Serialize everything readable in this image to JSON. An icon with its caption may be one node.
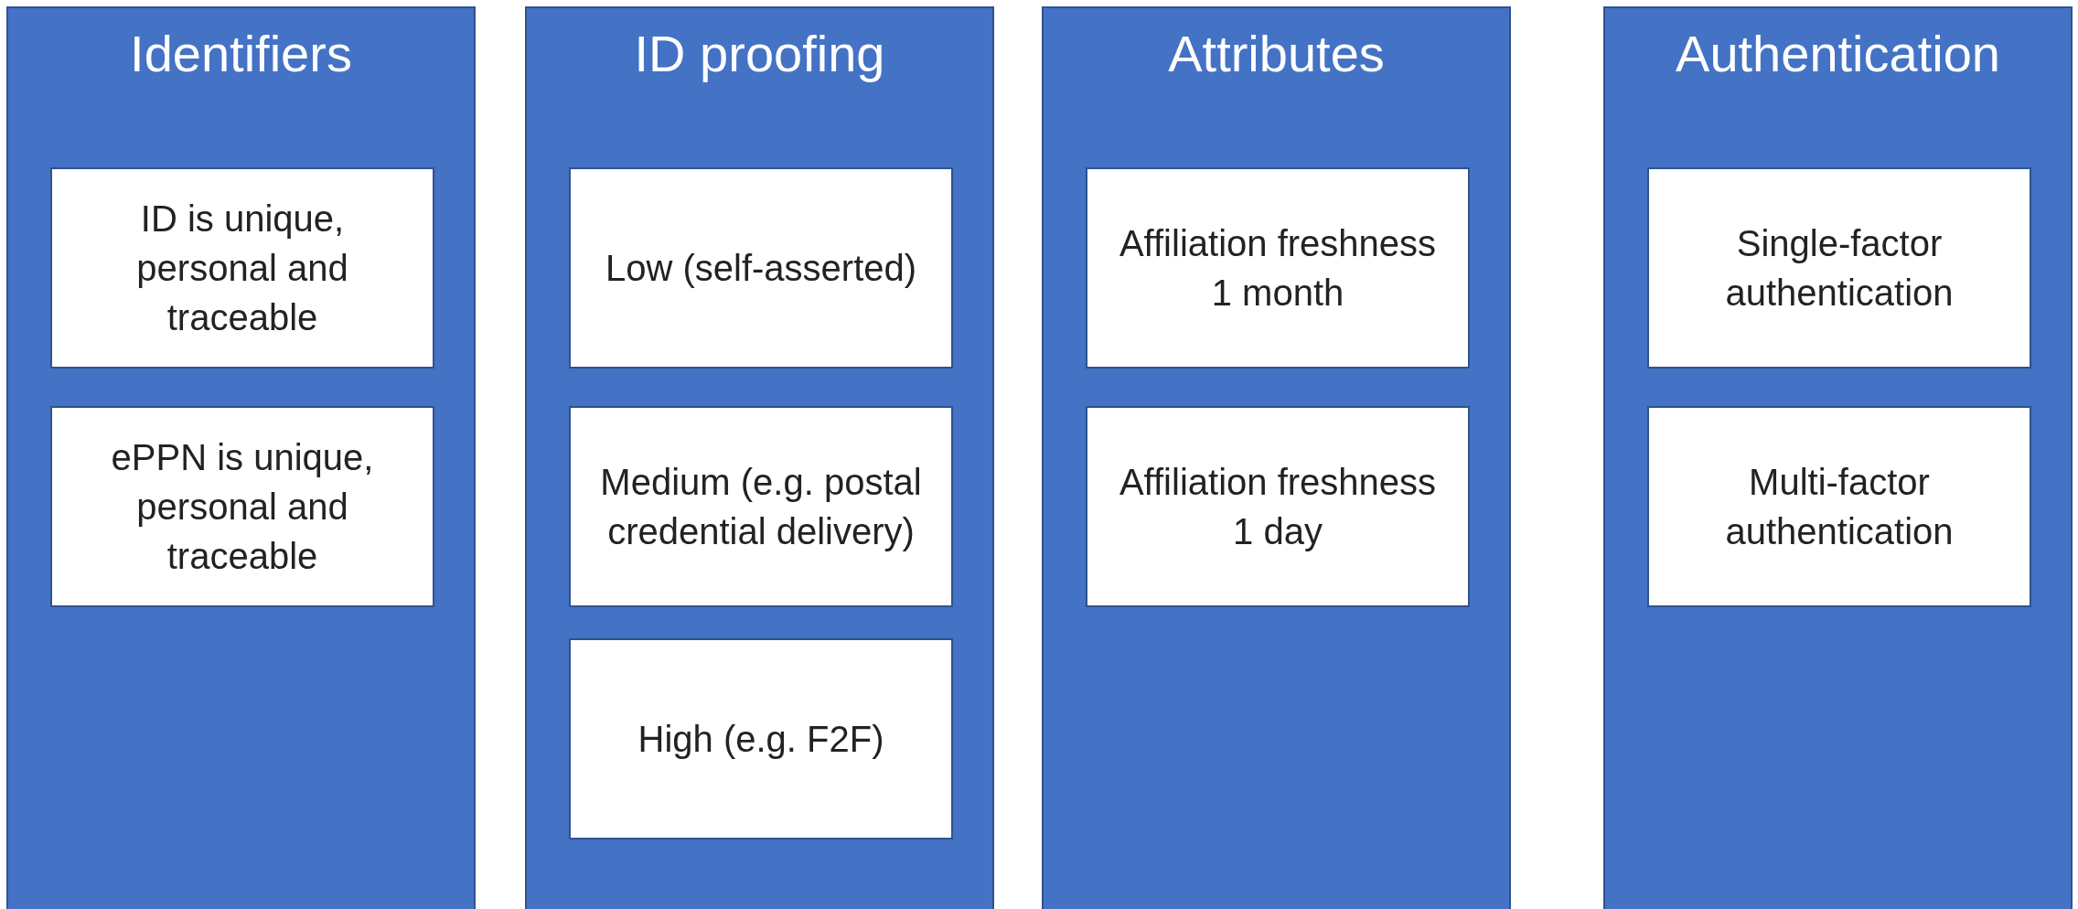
{
  "diagram": {
    "nodes": [
      {
        "text": [
          "Identifiers"
        ]
      },
      {
        "text": [
          "ID is unique, personal and traceable"
        ],
        "in": 0
      },
      {
        "text": [
          "ePPN is unique, personal and traceable"
        ],
        "in": 0
      },
      {
        "text": [
          "ID proofing"
        ]
      },
      {
        "text": [
          "Low (self-asserted)"
        ],
        "in": 3
      },
      {
        "text": [
          "Medium (e.g. postal credential delivery)"
        ],
        "in": 3
      },
      {
        "text": [
          "High (e.g. F2F)"
        ],
        "in": 3
      },
      {
        "text": [
          "Attributes"
        ]
      },
      {
        "text": [
          "Affiliation freshness 1 month"
        ],
        "in": 7
      },
      {
        "text": [
          "Affiliation freshness 1 day"
        ],
        "in": 7
      },
      {
        "text": [
          "Authentication"
        ]
      },
      {
        "text": [
          "Single-factor authentication"
        ],
        "in": 10
      },
      {
        "text": [
          "Multi-factor authentication"
        ],
        "in": 10
      }
    ]
  }
}
